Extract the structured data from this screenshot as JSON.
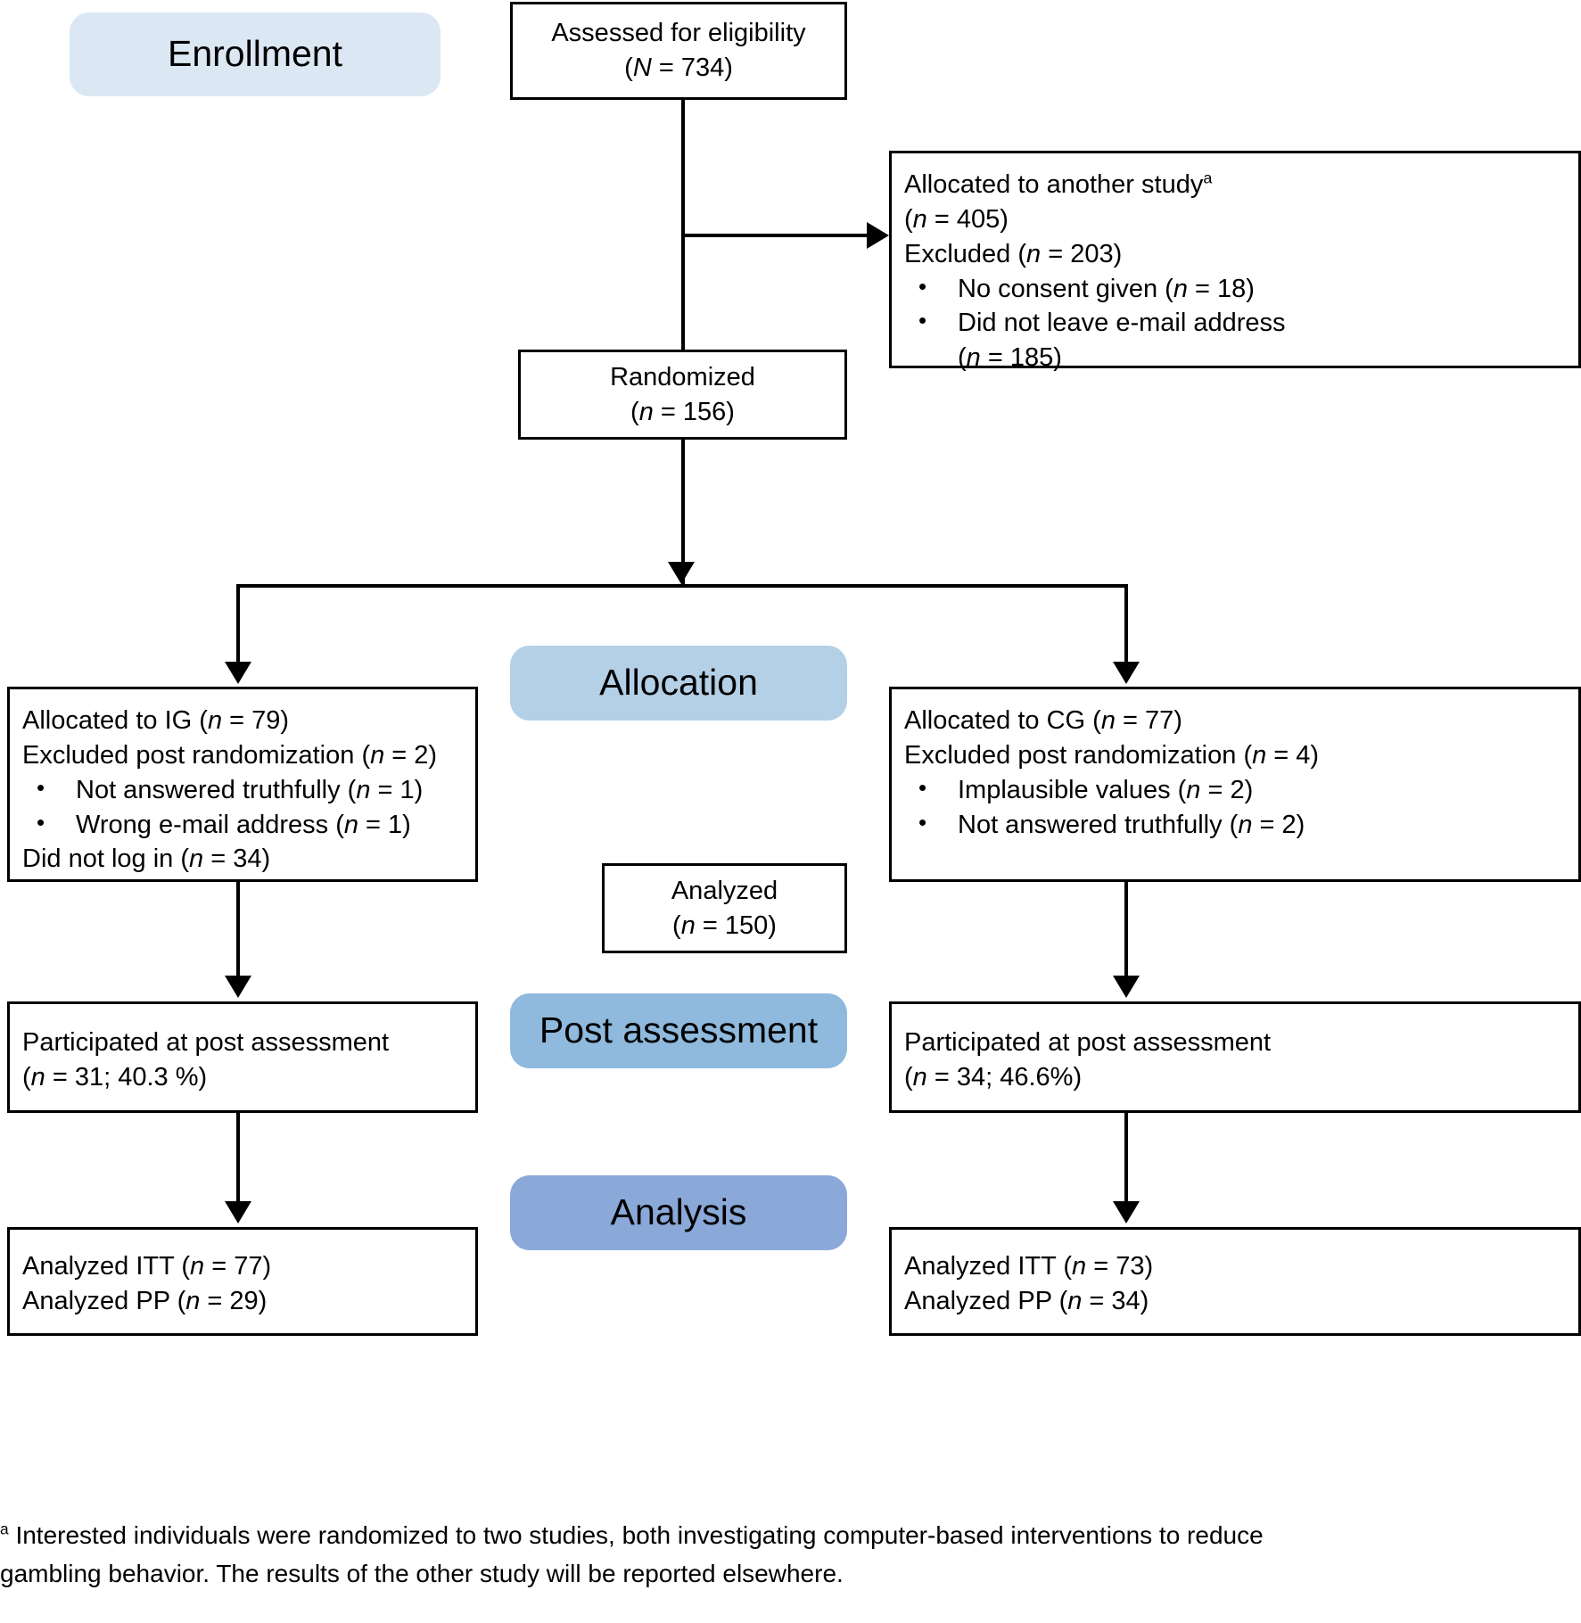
{
  "diagram": {
    "title": "CONSORT participant flow diagram",
    "stages": [
      {
        "id": "enrollment",
        "label": "Enrollment",
        "color": "#dbe7f3"
      },
      {
        "id": "allocation",
        "label": "Allocation",
        "color": "#b4d0e7"
      },
      {
        "id": "post_assessment",
        "label": "Post assessment",
        "color": "#8fb9dd"
      },
      {
        "id": "analysis",
        "label": "Analysis",
        "color": "#8aa8d8"
      }
    ],
    "boxes": {
      "assessed": {
        "line1": "Assessed for eligibility",
        "line2_prefix": "(",
        "line2_italic": "N",
        "line2_suffix": " = 734)"
      },
      "excluded": {
        "line1_text": "Allocated to another study",
        "line1_footnote_marker": "a",
        "line2": "(n = 405)",
        "line2_italic": "n",
        "line2_prefix": "(",
        "line2_suffix": " = 405)",
        "line3_text": "Excluded (",
        "line3_italic": "n",
        "line3_suffix": " = 203)",
        "bullets": [
          {
            "text": "No consent given (",
            "italic": "n",
            "suffix": " = 18)"
          },
          {
            "text": "Did not leave e-mail address",
            "italic": "n",
            "cont_prefix": "(",
            "cont_suffix": " =  185)"
          }
        ]
      },
      "randomized": {
        "line1": "Randomized",
        "line2_prefix": "(",
        "line2_italic": "n",
        "line2_suffix": " = 156)"
      },
      "ig_allocated": {
        "line1_text": "Allocated to IG (",
        "line1_italic": "n",
        "line1_suffix": " = 79)",
        "line2_text": "Excluded post randomization (",
        "line2_italic": "n",
        "line2_suffix": " = 2)",
        "bullets": [
          {
            "text": "Not answered truthfully (",
            "italic": "n",
            "suffix": " = 1)"
          },
          {
            "text": "Wrong e-mail address (",
            "italic": "n",
            "suffix": " = 1)"
          }
        ],
        "line3_text": "Did not log in (",
        "line3_italic": "n",
        "line3_suffix": " = 34)"
      },
      "cg_allocated": {
        "line1_text": "Allocated to CG (",
        "line1_italic": "n",
        "line1_suffix": " = 77)",
        "line2_text": "Excluded post randomization (",
        "line2_italic": "n",
        "line2_suffix": " = 4)",
        "bullets": [
          {
            "text": "Implausible values (",
            "italic": "n",
            "suffix": " = 2)"
          },
          {
            "text": "Not answered truthfully (",
            "italic": "n",
            "suffix": " = 2)"
          }
        ]
      },
      "analyzed_total": {
        "line1": "Analyzed",
        "line2_prefix": "(",
        "line2_italic": "n",
        "line2_suffix": " = 150)"
      },
      "ig_post": {
        "line1": "Participated at post assessment",
        "line2_prefix": "(",
        "line2_italic": "n",
        "line2_suffix": " = 31; 40.3 %)"
      },
      "cg_post": {
        "line1": "Participated at post assessment",
        "line2_prefix": "(",
        "line2_italic": "n",
        "line2_suffix": " = 34; 46.6%)"
      },
      "ig_analysis": {
        "line1_text": "Analyzed ITT (",
        "line1_italic": "n",
        "line1_suffix": " = 77)",
        "line2_text": "Analyzed PP (",
        "line2_italic": "n",
        "line2_suffix": " = 29)"
      },
      "cg_analysis": {
        "line1_text": "Analyzed ITT (",
        "line1_italic": "n",
        "line1_suffix": " = 73)",
        "line2_text": "Analyzed PP (",
        "line2_italic": "n",
        "line2_suffix": " = 34)"
      }
    },
    "footnote": {
      "marker": "a",
      "line1": "Interested individuals were randomized to two studies, both investigating computer-based interventions to reduce",
      "line2": "gambling behavior. The results of the other study will be reported elsewhere."
    }
  }
}
